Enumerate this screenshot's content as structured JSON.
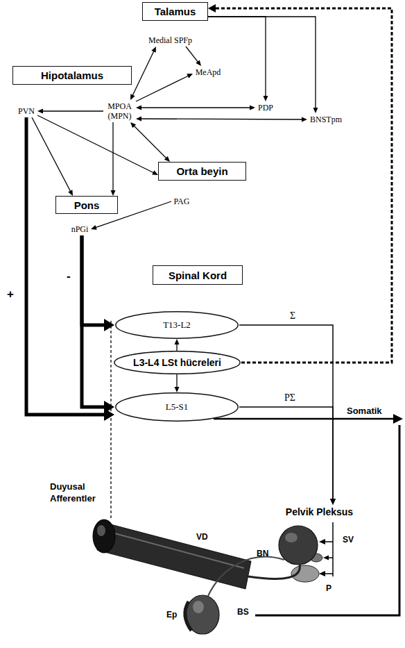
{
  "diagram": {
    "nodes": [
      {
        "text": [
          "Talamus"
        ]
      },
      {
        "text": [
          "Medial SPFp"
        ]
      },
      {
        "text": [
          "Hipotalamus"
        ]
      },
      {
        "text": [
          "MeApd"
        ]
      },
      {
        "text": [
          "PVN"
        ]
      },
      {
        "text": [
          "MPOA (MPN)"
        ]
      },
      {
        "text": [
          "PDP"
        ]
      },
      {
        "text": [
          "BNSTpm"
        ]
      },
      {
        "text": [
          "Orta beyin"
        ]
      },
      {
        "text": [
          "PAG"
        ]
      },
      {
        "text": [
          "Pons"
        ]
      },
      {
        "text": [
          "nPGi"
        ]
      },
      {
        "text": [
          "Spinal Kord"
        ]
      },
      {
        "text": [
          "T13-L2"
        ]
      },
      {
        "text": [
          "L3-L4 LSt hücreleri"
        ]
      },
      {
        "text": [
          "L5-S1"
        ]
      },
      {
        "text": [
          "Pelvik Pleksus"
        ]
      }
    ],
    "edges": [
      {
        "from": 0,
        "to": 6,
        "arrow": "to"
      },
      {
        "from": 0,
        "to": 7,
        "arrow": "to"
      },
      {
        "from": 1,
        "to": 5,
        "arrow": "both"
      },
      {
        "from": 1,
        "to": 3,
        "arrow": "to"
      },
      {
        "from": 5,
        "to": 3,
        "arrow": "to"
      },
      {
        "from": 5,
        "to": 6,
        "arrow": "both"
      },
      {
        "from": 5,
        "to": 7,
        "arrow": "both"
      },
      {
        "from": 5,
        "to": 4,
        "arrow": "to"
      },
      {
        "from": 5,
        "to": 8,
        "arrow": "both"
      },
      {
        "from": 5,
        "to": 10,
        "arrow": "to"
      },
      {
        "from": 4,
        "to": 10,
        "arrow": "to"
      },
      {
        "from": 4,
        "to": 8,
        "arrow": "to"
      },
      {
        "from": 9,
        "to": 11,
        "arrow": "to"
      },
      {
        "from": 11,
        "to": 13,
        "arrow": "to"
      },
      {
        "from": 11,
        "to": 15,
        "arrow": "to"
      },
      {
        "from": 4,
        "to": 15,
        "arrow": "to"
      },
      {
        "from": 14,
        "to": 13,
        "arrow": "to"
      },
      {
        "from": 14,
        "to": 15,
        "arrow": "to"
      },
      {
        "from": 14,
        "to": 0,
        "arrow": "to"
      },
      {
        "from": 13,
        "to": 16,
        "arrow": "to"
      },
      {
        "from": 15,
        "to": 16,
        "arrow": "to"
      }
    ],
    "labels": [
      "Σ",
      "PΣ",
      "Somatik",
      "+",
      "-",
      "Duyusal Afferentler",
      "SV",
      "BN",
      "VD",
      "P",
      "Ep",
      "BS"
    ]
  }
}
